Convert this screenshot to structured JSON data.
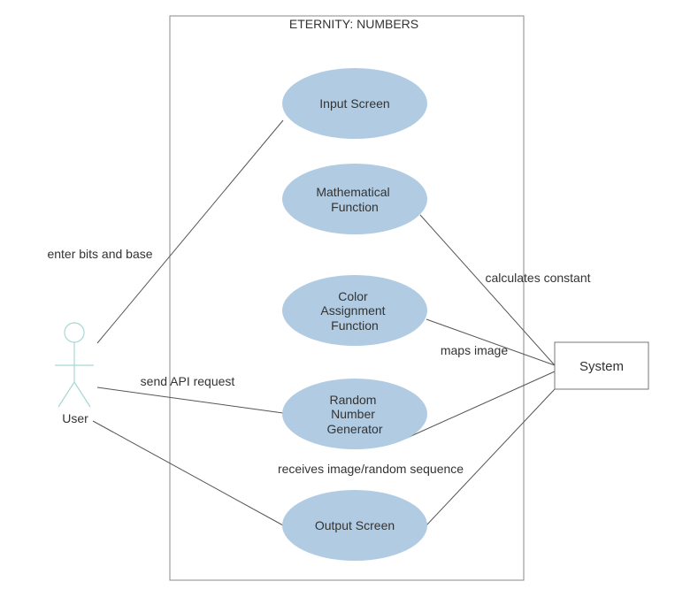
{
  "colors": {
    "usecase_fill": "#b0cbe2",
    "actor_stroke": "#a8d8d4",
    "line": "#555555",
    "text": "#333333"
  },
  "boundary": {
    "title": "ETERNITY: NUMBERS"
  },
  "use_cases": [
    {
      "id": "input",
      "lines": [
        "Input Screen"
      ]
    },
    {
      "id": "math",
      "lines": [
        "Mathematical",
        "Function"
      ]
    },
    {
      "id": "color",
      "lines": [
        "Color",
        "Assignment",
        "Function"
      ]
    },
    {
      "id": "rng",
      "lines": [
        "Random",
        "Number",
        "Generator"
      ]
    },
    {
      "id": "output",
      "lines": [
        "Output Screen"
      ]
    }
  ],
  "actors": {
    "user": {
      "label": "User",
      "icon": "stick-figure-icon"
    },
    "system": {
      "label": "System"
    }
  },
  "associations": [
    {
      "id": "user-input",
      "label": "enter bits and base"
    },
    {
      "id": "user-rng",
      "label": "send API request"
    },
    {
      "id": "user-output",
      "label": ""
    },
    {
      "id": "math-system",
      "label": "calculates constant"
    },
    {
      "id": "color-system",
      "label": "maps image"
    },
    {
      "id": "rng-system",
      "label": ""
    },
    {
      "id": "output-system",
      "label": "receives image/random sequence"
    }
  ]
}
